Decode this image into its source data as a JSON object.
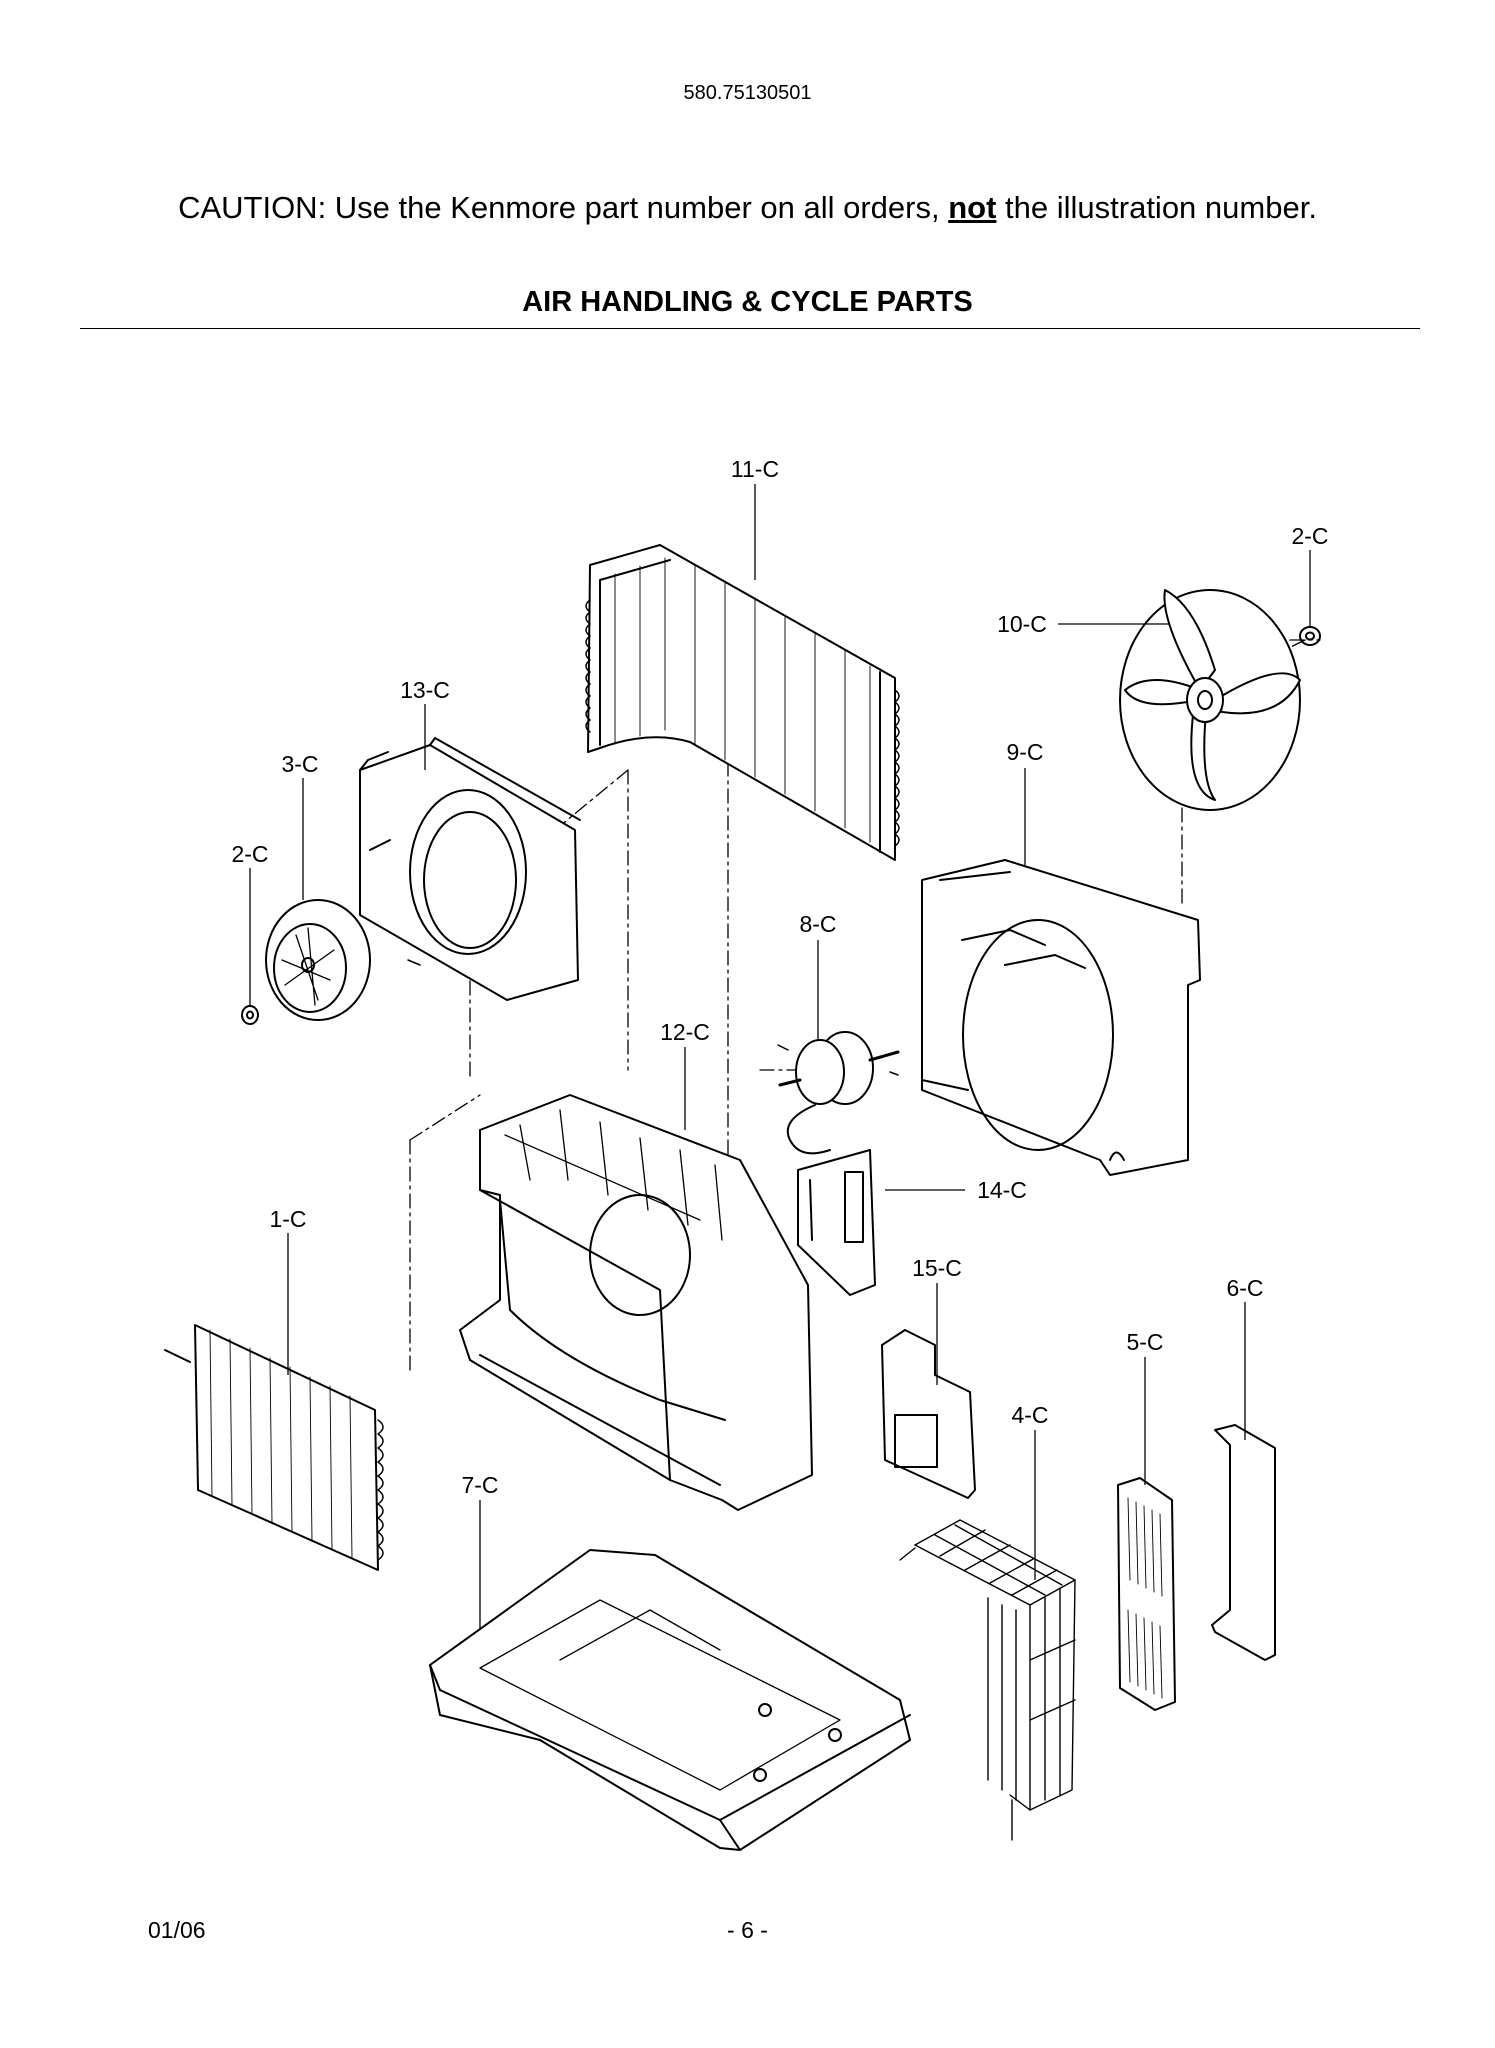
{
  "header": {
    "model_number": "580.75130501",
    "caution_before": "CAUTION: Use the Kenmore part number on all orders, ",
    "caution_emphasis": "not",
    "caution_after": " the illustration number.",
    "section_title": "AIR HANDLING & CYCLE PARTS"
  },
  "callouts": {
    "c11": "11-C",
    "c2_top": "2-C",
    "c10": "10-C",
    "c13": "13-C",
    "c3": "3-C",
    "c9": "9-C",
    "c2_left": "2-C",
    "c8": "8-C",
    "c12": "12-C",
    "c14": "14-C",
    "c1": "1-C",
    "c15": "15-C",
    "c6": "6-C",
    "c5": "5-C",
    "c4": "4-C",
    "c7": "7-C"
  },
  "footer": {
    "date": "01/06",
    "page": "- 6 -"
  }
}
